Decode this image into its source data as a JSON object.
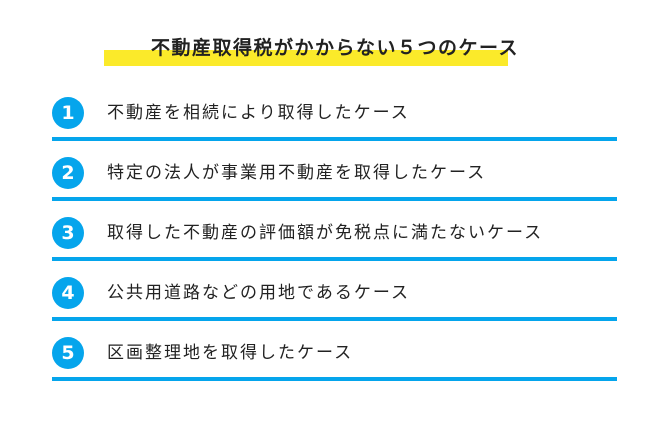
{
  "title": "不動産取得税がかからない５つのケース",
  "colors": {
    "accent": "#05a5ec",
    "highlight": "#fbea2a"
  },
  "items": [
    {
      "number": "1",
      "label": "不動産を相続により取得したケース"
    },
    {
      "number": "2",
      "label": "特定の法人が事業用不動産を取得したケース"
    },
    {
      "number": "3",
      "label": "取得した不動産の評価額が免税点に満たないケース"
    },
    {
      "number": "4",
      "label": "公共用道路などの用地であるケース"
    },
    {
      "number": "5",
      "label": "区画整理地を取得したケース"
    }
  ]
}
